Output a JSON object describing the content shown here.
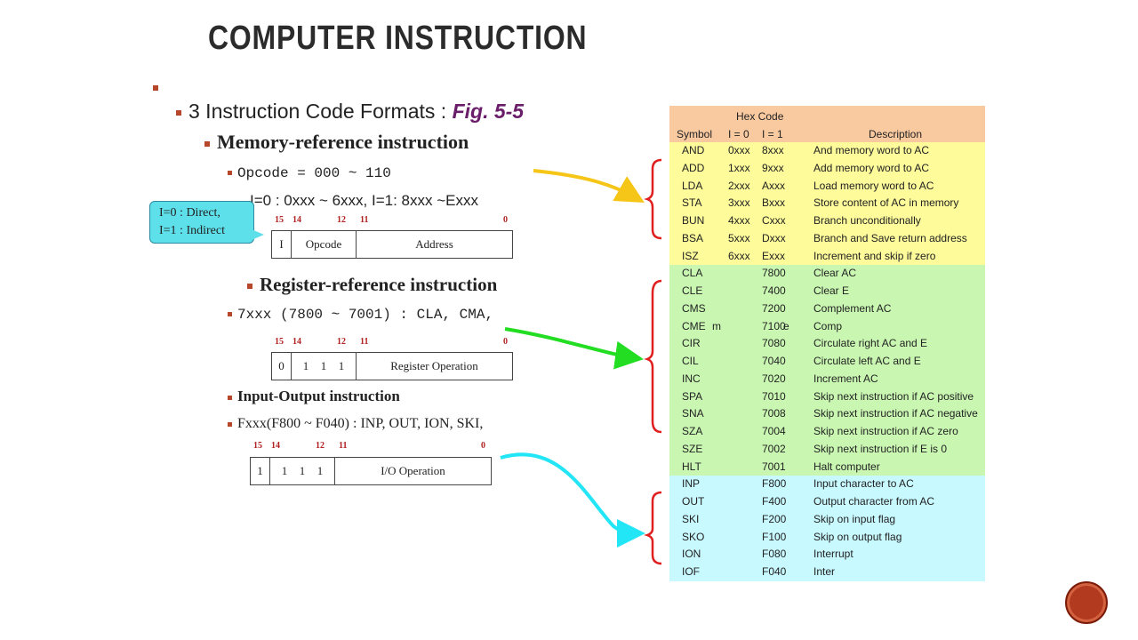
{
  "slide": {
    "title": "COMPUTER INSTRUCTION",
    "bullets": {
      "intro": "3 Instruction Code Formats : ",
      "fig_ref": "Fig. 5-5",
      "memref_heading": "Memory-reference instruction",
      "opcode_line": "Opcode = 000 ~ 110",
      "i_line": "I=0 : 0xxx ~ 6xxx, I=1: 8xxx ~Exxx",
      "regref_heading": "Register-reference instruction",
      "reg_line": "7xxx (7800 ~ 7001) : CLA, CMA,",
      "io_heading": "Input-Output  instruction",
      "io_line": "Fxxx(F800 ~ F040) : INP, OUT, ION, SKI,"
    },
    "callout": {
      "line1": "I=0 : Direct,",
      "line2": "I=1 : Indirect"
    },
    "formats": {
      "bit_labels": {
        "b15": "15",
        "b14": "14",
        "b12": "12",
        "b11": "11",
        "b0": "0"
      },
      "memory": {
        "i": "I",
        "opcode": "Opcode",
        "address": "Address"
      },
      "register": {
        "b0": "0",
        "b1": "1",
        "b2": "1",
        "b3": "1",
        "op": "Register Operation"
      },
      "io": {
        "b0": "1",
        "b1": "1",
        "b2": "1",
        "b3": "1",
        "op": "I/O  Operation"
      }
    },
    "table": {
      "header": {
        "hex_code": "Hex Code",
        "symbol": "Symbol",
        "i0": "I = 0",
        "i1": "I = 1",
        "description": "Description"
      },
      "memory_rows": [
        {
          "sym": "AND",
          "i0": "0xxx",
          "i1": "8xxx",
          "desc": "And memory word to AC"
        },
        {
          "sym": "ADD",
          "i0": "1xxx",
          "i1": "9xxx",
          "desc": "Add memory word to AC"
        },
        {
          "sym": "LDA",
          "i0": "2xxx",
          "i1": "Axxx",
          "desc": "Load memory word to AC"
        },
        {
          "sym": "STA",
          "i0": "3xxx",
          "i1": "Bxxx",
          "desc": "Store content of AC in memory"
        },
        {
          "sym": "BUN",
          "i0": "4xxx",
          "i1": "Cxxx",
          "desc": "Branch unconditionally"
        },
        {
          "sym": "BSA",
          "i0": "5xxx",
          "i1": "Dxxx",
          "desc": "Branch and Save return address"
        },
        {
          "sym": "ISZ",
          "i0": "6xxx",
          "i1": "Exxx",
          "desc": "Increment and skip if zero"
        }
      ],
      "register_rows": [
        {
          "sym": "CLA",
          "code": "7800",
          "desc": "Clear AC"
        },
        {
          "sym": "CLE",
          "code": "7400",
          "desc": "Clear E"
        },
        {
          "sym": "CMS",
          "code": "7200",
          "desc": "Complement AC"
        },
        {
          "sym": "CME",
          "m": "m",
          "code": "7100",
          "e": "e",
          "desc": "Comp"
        },
        {
          "sym": "CIR",
          "code": "7080",
          "desc": "Circulate right AC and E"
        },
        {
          "sym": "CIL",
          "code": "7040",
          "desc": "Circulate left AC and E"
        },
        {
          "sym": "INC",
          "code": "7020",
          "desc": "Increment AC"
        },
        {
          "sym": "SPA",
          "code": "7010",
          "desc": "Skip next instruction if AC positive"
        },
        {
          "sym": "SNA",
          "code": "7008",
          "desc": "Skip next instruction if AC negative"
        },
        {
          "sym": "SZA",
          "code": "7004",
          "desc": "Skip next instruction if AC zero"
        },
        {
          "sym": "SZE",
          "code": "7002",
          "desc": "Skip next instruction if E is 0"
        },
        {
          "sym": "HLT",
          "code": "7001",
          "desc": "Halt computer"
        }
      ],
      "io_rows": [
        {
          "sym": "INP",
          "code": "F800",
          "desc": "Input character to AC"
        },
        {
          "sym": "OUT",
          "code": "F400",
          "desc": "Output character from AC"
        },
        {
          "sym": "SKI",
          "code": "F200",
          "desc": "Skip on input flag"
        },
        {
          "sym": "SKO",
          "code": "F100",
          "desc": "Skip on output flag"
        },
        {
          "sym": "ION",
          "code": "F080",
          "desc": "Interrupt"
        },
        {
          "sym": "IOF",
          "code": "F040",
          "desc": "Inter"
        }
      ]
    },
    "colors": {
      "bullet": "#b7472a",
      "header": "#f9c9a0",
      "memory_group": "#fdfb9a",
      "register_group": "#c9f7b2",
      "io_group": "#c8f9ff",
      "arrow_memory": "#f5c518",
      "arrow_register": "#22dd22",
      "arrow_io": "#22e5f5",
      "brace": "#e02020"
    }
  }
}
